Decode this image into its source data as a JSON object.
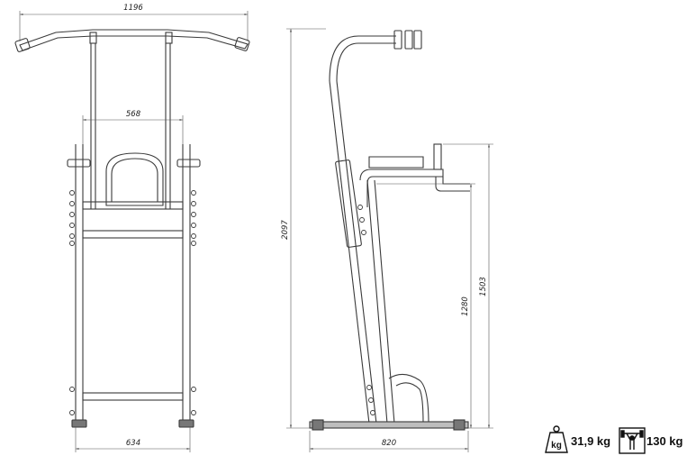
{
  "dimensions": {
    "front_width": "1196",
    "inner_width": "568",
    "base_width": "634",
    "total_height": "2097",
    "side_depth": "820",
    "handle_height": "1503",
    "backpad_height": "1280"
  },
  "specs": {
    "weight_unit_icon_text": "kg",
    "weight": "31,9 kg",
    "max_load": "130 kg"
  },
  "colors": {
    "line": "#3a3a3a",
    "dim": "#555555"
  }
}
